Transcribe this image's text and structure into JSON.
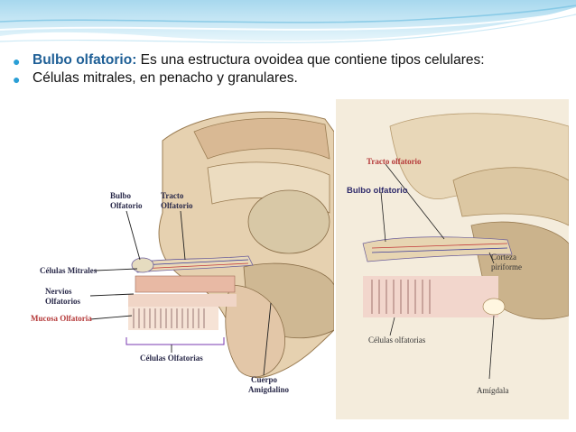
{
  "slide": {
    "bullets": [
      {
        "term": "Bulbo olfatorio:",
        "text": " Es una estructura ovoidea que contiene tipos celulares:"
      },
      {
        "term": "",
        "text": "Células mitrales, en penacho y granulares."
      }
    ]
  },
  "figure_left": {
    "labels": {
      "bulbo": "Bulbo",
      "olfatorio": "Olfatorio",
      "tracto": "Tracto",
      "olfatorio2": "Olfatorio",
      "celulas_mitrales": "Células Mitrales",
      "nervios": "Nervios",
      "olfatorios": "Olfatorios",
      "mucosa": "Mucosa Olfatoria",
      "celulas_olfatorias": "Células Olfatorias",
      "cuerpo": "Cuerpo",
      "amigdalino": "Amigdalino"
    }
  },
  "figure_right": {
    "labels": {
      "tracto_olfatorio": "Tracto olfatorio",
      "bulbo_olfatorio": "Bulbo olfatorio",
      "corteza": "Corteza",
      "piriforme": "piriforme",
      "celulas_olfatorias": "Células olfatorias",
      "amigdala": "Amígdala"
    }
  },
  "colors": {
    "accent": "#2a9fd6",
    "term": "#1e5f96",
    "wave": "#bfe3f3"
  }
}
